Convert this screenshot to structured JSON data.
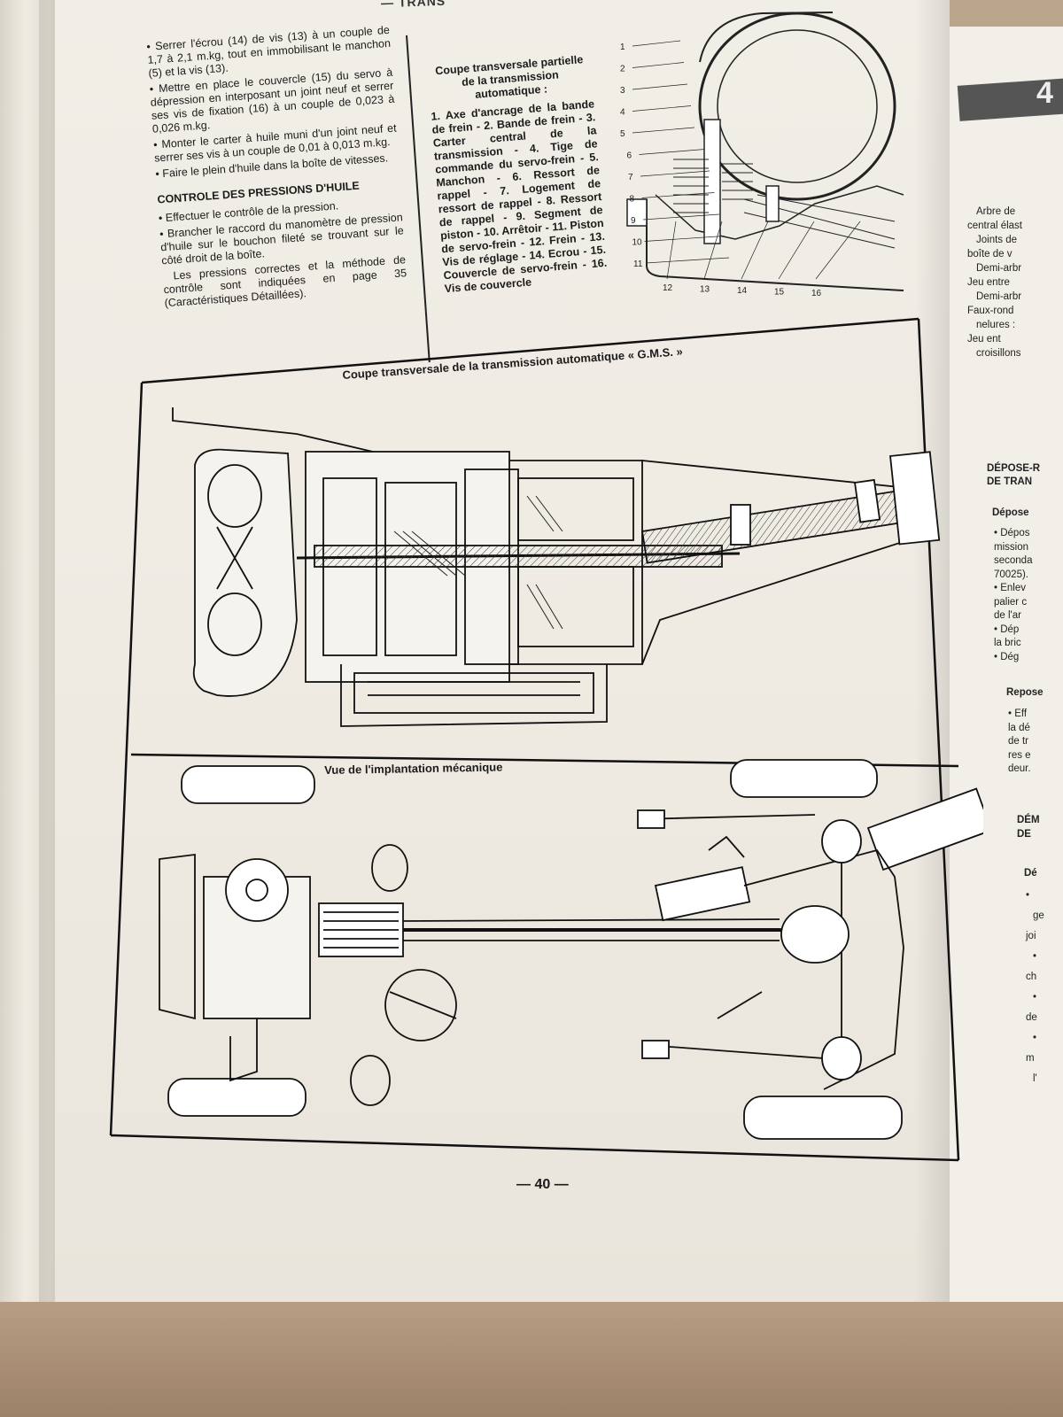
{
  "running_head": "— TRANS",
  "left_column": {
    "bullets_top": [
      "• Serrer l'écrou (14) de vis (13) à un couple de 1,7 à 2,1 m.kg, tout en immobilisant le manchon (5) et la vis (13).",
      "• Mettre en place le couvercle (15) du servo à dépression en interposant un joint neuf et serrer ses vis de fixation (16) à un couple de 0,023 à 0,026 m.kg.",
      "• Monter le carter à huile muni d'un joint neuf et serrer ses vis à un couple de 0,01 à 0,013 m.kg.",
      "• Faire le plein d'huile dans la boîte de vitesses."
    ],
    "heading": "CONTROLE DES PRESSIONS D'HUILE",
    "bullets_bottom": [
      "• Effectuer le contrôle de la pression.",
      "• Brancher le raccord du manomètre de pression d'huile sur le bouchon fileté se trouvant sur le côté droit de la boîte.",
      "Les pressions correctes et la méthode de contrôle sont indiquées en page 35 (Caractéristiques Détaillées)."
    ]
  },
  "partial_section": {
    "title": "Coupe transversale partielle de la transmission automatique :",
    "legend": "1. Axe d'ancrage de la bande de frein - 2. Bande de frein - 3. Carter central de la transmission - 4. Tige de commande du servo-frein - 5. Manchon - 6. Ressort de rappel - 7. Logement de ressort de rappel - 8. Ressort de rappel - 9. Segment de piston - 10. Arrêtoir - 11. Piston de servo-frein - 12. Frein - 13. Vis de réglage - 14. Ecrou - 15. Couvercle de servo-frein - 16. Vis de couvercle",
    "callouts_left": [
      "1",
      "2",
      "3",
      "4",
      "5",
      "6",
      "7",
      "8",
      "9",
      "10",
      "11"
    ],
    "callouts_bottom": [
      "12",
      "13",
      "14",
      "15",
      "16"
    ]
  },
  "figure_gms": {
    "caption": "Coupe transversale de la transmission automatique « G.M.S. »"
  },
  "figure_layout": {
    "caption": "Vue de l'implantation mécanique"
  },
  "page_number": "— 40 —",
  "right_page": {
    "tab_label": "4",
    "lines_top": [
      "Arbre de",
      "central élast",
      "Joints de",
      "boîte de v",
      "Demi-arbr",
      "Jeu entre",
      "Demi-arbr",
      "Faux-rond",
      "nelures :",
      "Jeu ent",
      "croisillons"
    ],
    "heading1": [
      "DÉPOSE-R",
      "DE TRAN"
    ],
    "sub1": "Dépose",
    "lines_mid": [
      "• Dépos",
      "mission",
      "seconda",
      "70025).",
      "• Enlev",
      "palier c",
      "de l'ar",
      "• Dép",
      "la bric",
      "• Dég"
    ],
    "sub2": "Repose",
    "lines_mid2": [
      "• Eff",
      "la dé",
      "de tr",
      "res e",
      "deur."
    ],
    "heading2": [
      "DÉM",
      "DE"
    ],
    "sub3": "Dé",
    "lines_bottom": [
      "•",
      "ge",
      "joi",
      "•",
      "ch",
      "•",
      "de",
      "•",
      "m",
      "l'"
    ]
  }
}
